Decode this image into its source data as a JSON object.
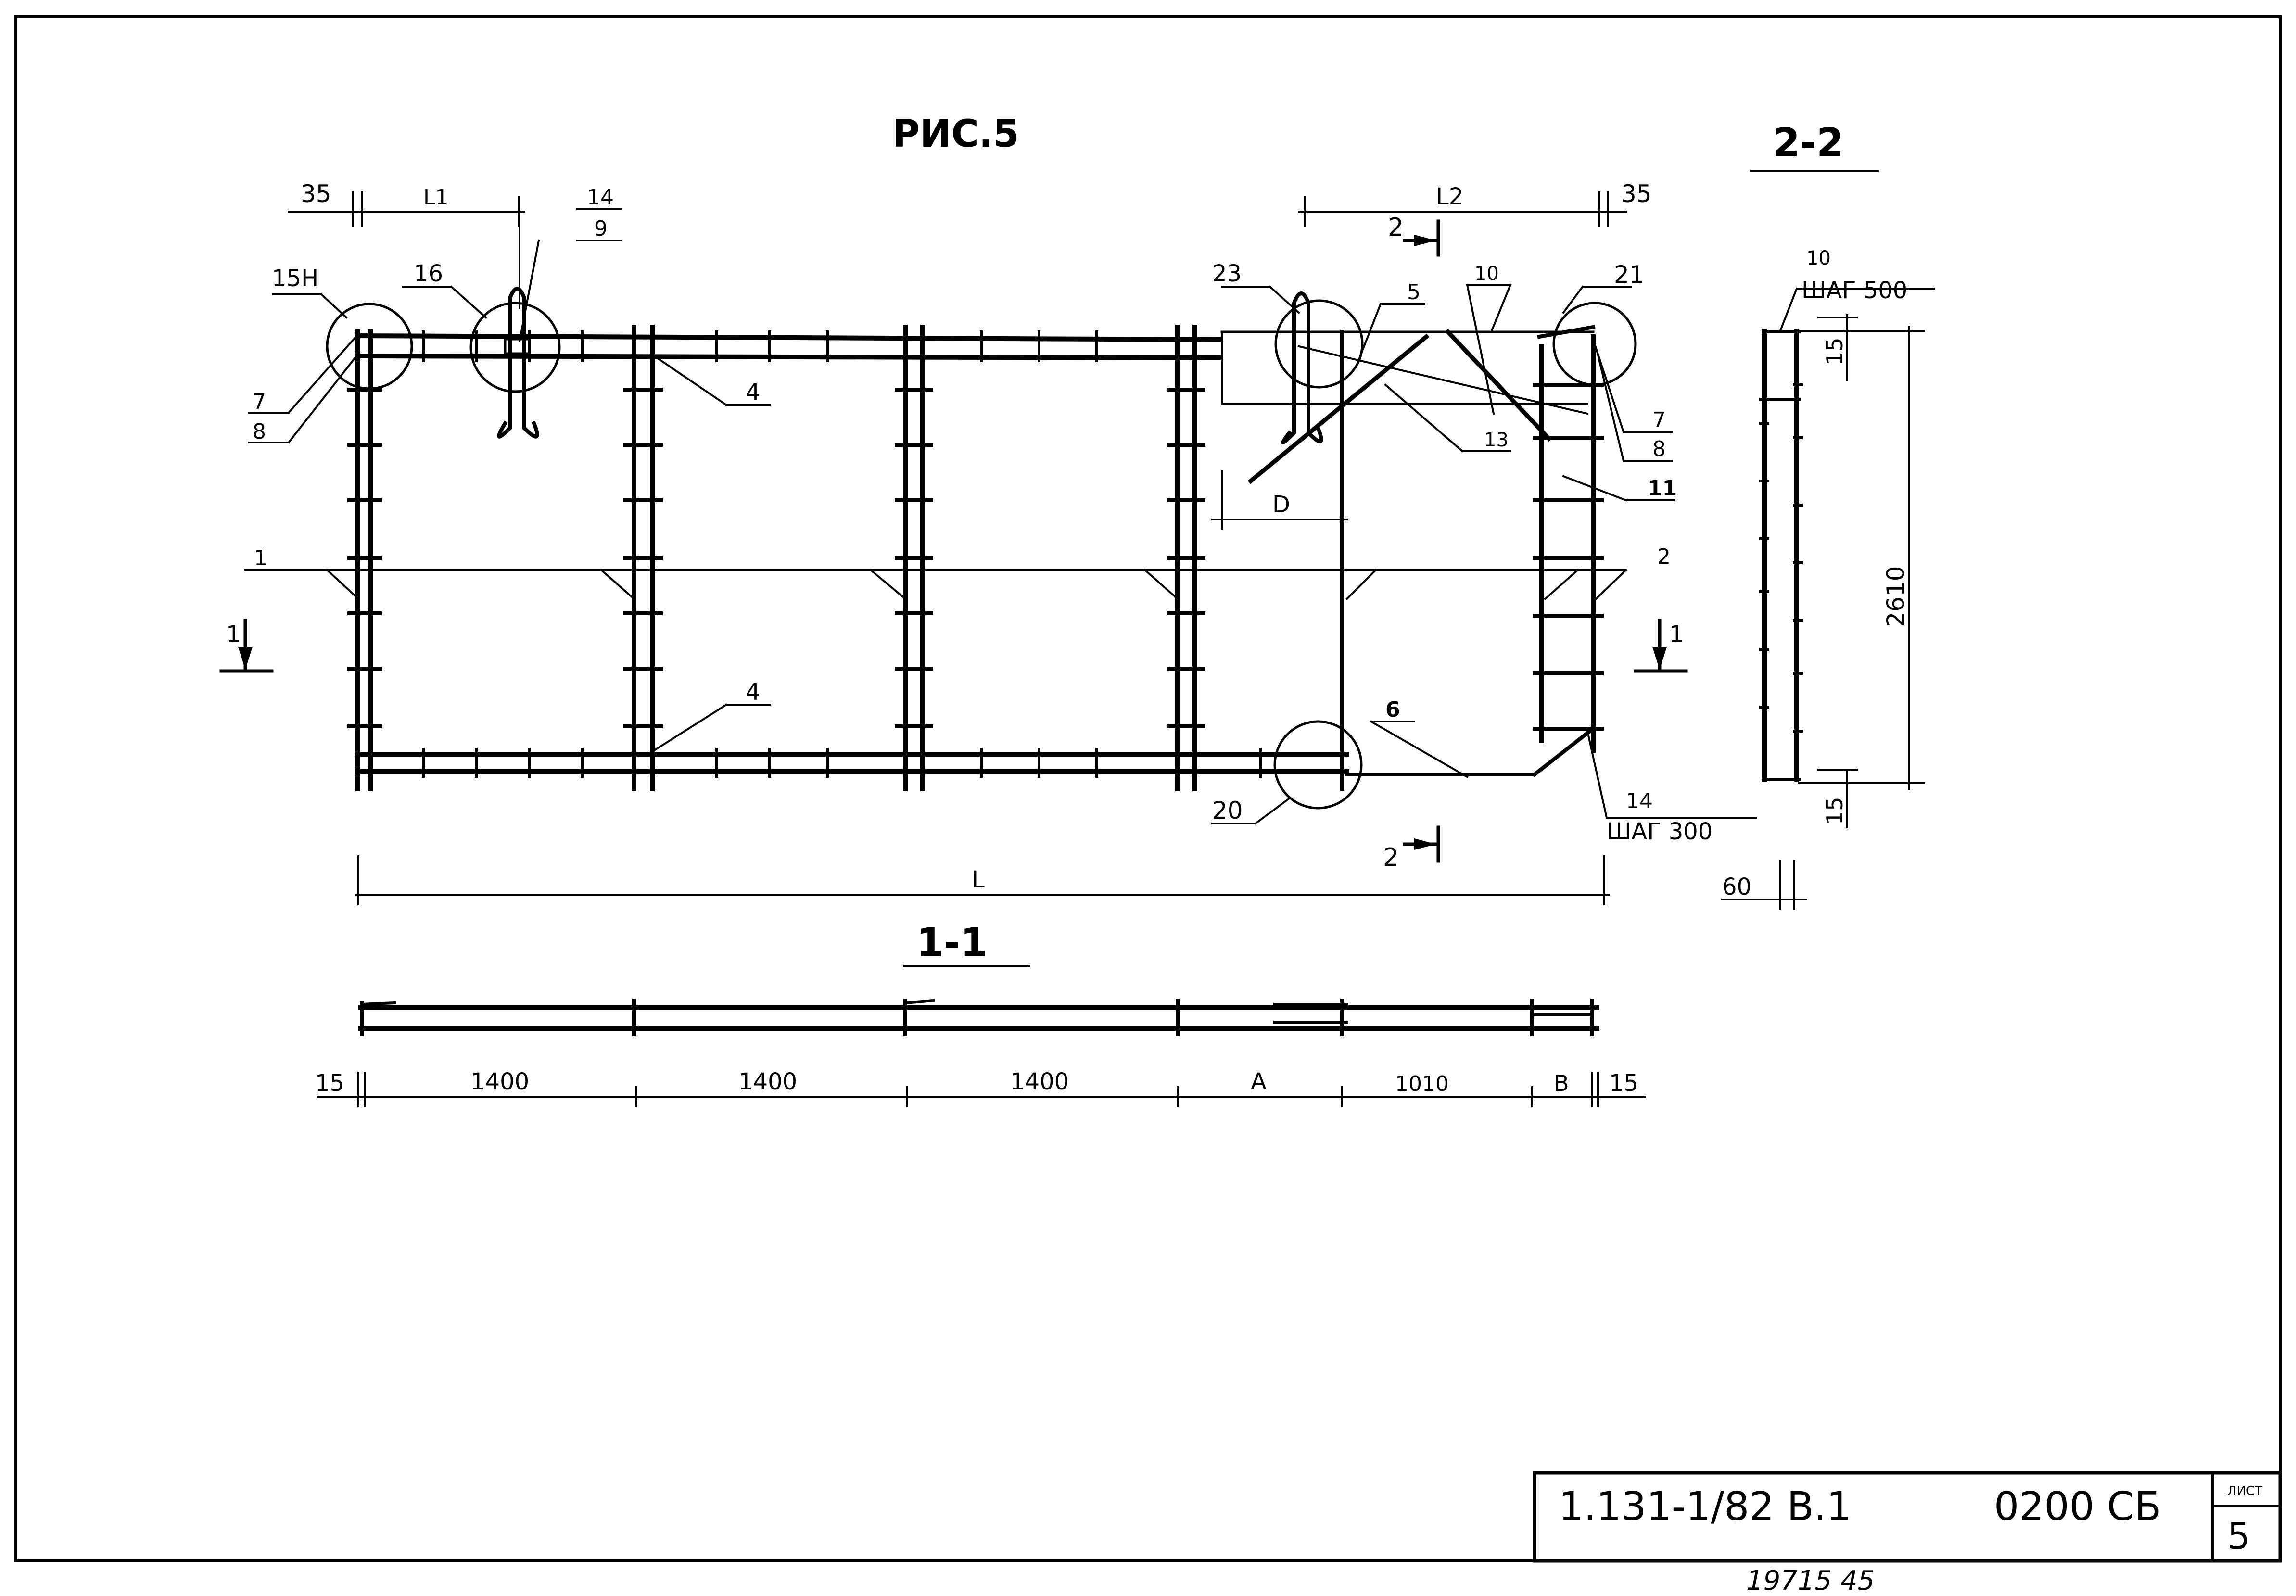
{
  "drawing": {
    "title": "РИС.5",
    "section_22": "2-2",
    "section_11": "1-1",
    "cut_1": "1",
    "cut_2": "2"
  },
  "callouts": {
    "c15h": "15Н",
    "c16": "16",
    "c14_top": "14",
    "c9": "9",
    "c7_left": "7",
    "c8_left": "8",
    "c4_top": "4",
    "c4_bottom": "4",
    "c1": "1",
    "c23": "23",
    "c5": "5",
    "c10": "10",
    "c21": "21",
    "c13": "13",
    "c7_right": "7",
    "c8_right": "8",
    "c11": "11",
    "c2": "2",
    "c6": "6",
    "c20": "20",
    "c14_bottom": "14",
    "step_300": "ШАГ 300",
    "c10_section": "10",
    "step_500": "ШАГ 500"
  },
  "dimensions": {
    "d35_left": "35",
    "dL1": "L1",
    "dL2": "L2",
    "d35_right": "35",
    "dD": "D",
    "dL": "L",
    "d2610": "2610",
    "d15_top": "15",
    "d15_bot": "15",
    "d60": "60",
    "s15_left": "15",
    "s1400_a": "1400",
    "s1400_b": "1400",
    "s1400_c": "1400",
    "sA": "A",
    "s1010": "1010",
    "sB": "B",
    "s15_right": "15"
  },
  "title_block": {
    "code": "1.131-1/82 В.1",
    "number": "0200 СБ",
    "sheet_label": "ЛИСТ",
    "sheet": "5"
  },
  "footer": {
    "archive": "19715 45"
  }
}
